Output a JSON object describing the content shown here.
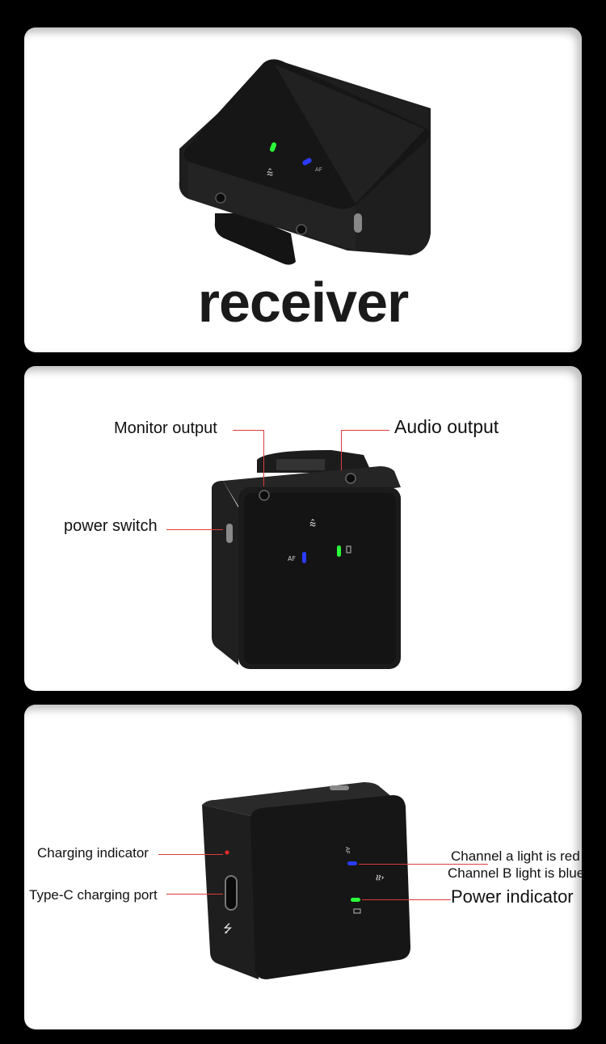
{
  "panel1": {
    "title": "receiver"
  },
  "panel2": {
    "labels": {
      "monitor_output": "Monitor output",
      "audio_output": "Audio output",
      "power_switch": "power switch"
    },
    "device_marks": {
      "af": "AF"
    }
  },
  "panel3": {
    "labels": {
      "charging_indicator": "Charging indicator",
      "typec_port": "Type-C charging port",
      "channel_a": "Channel a light is red",
      "channel_b": "Channel B light is blue",
      "power_indicator": "Power indicator"
    },
    "device_marks": {
      "af": "AF"
    }
  },
  "colors": {
    "callout_line": "#e03a3a",
    "led_green": "#2bff3a",
    "led_blue": "#2a3cff",
    "led_red": "#ff2a2a",
    "device_body": "#1b1b1b"
  }
}
